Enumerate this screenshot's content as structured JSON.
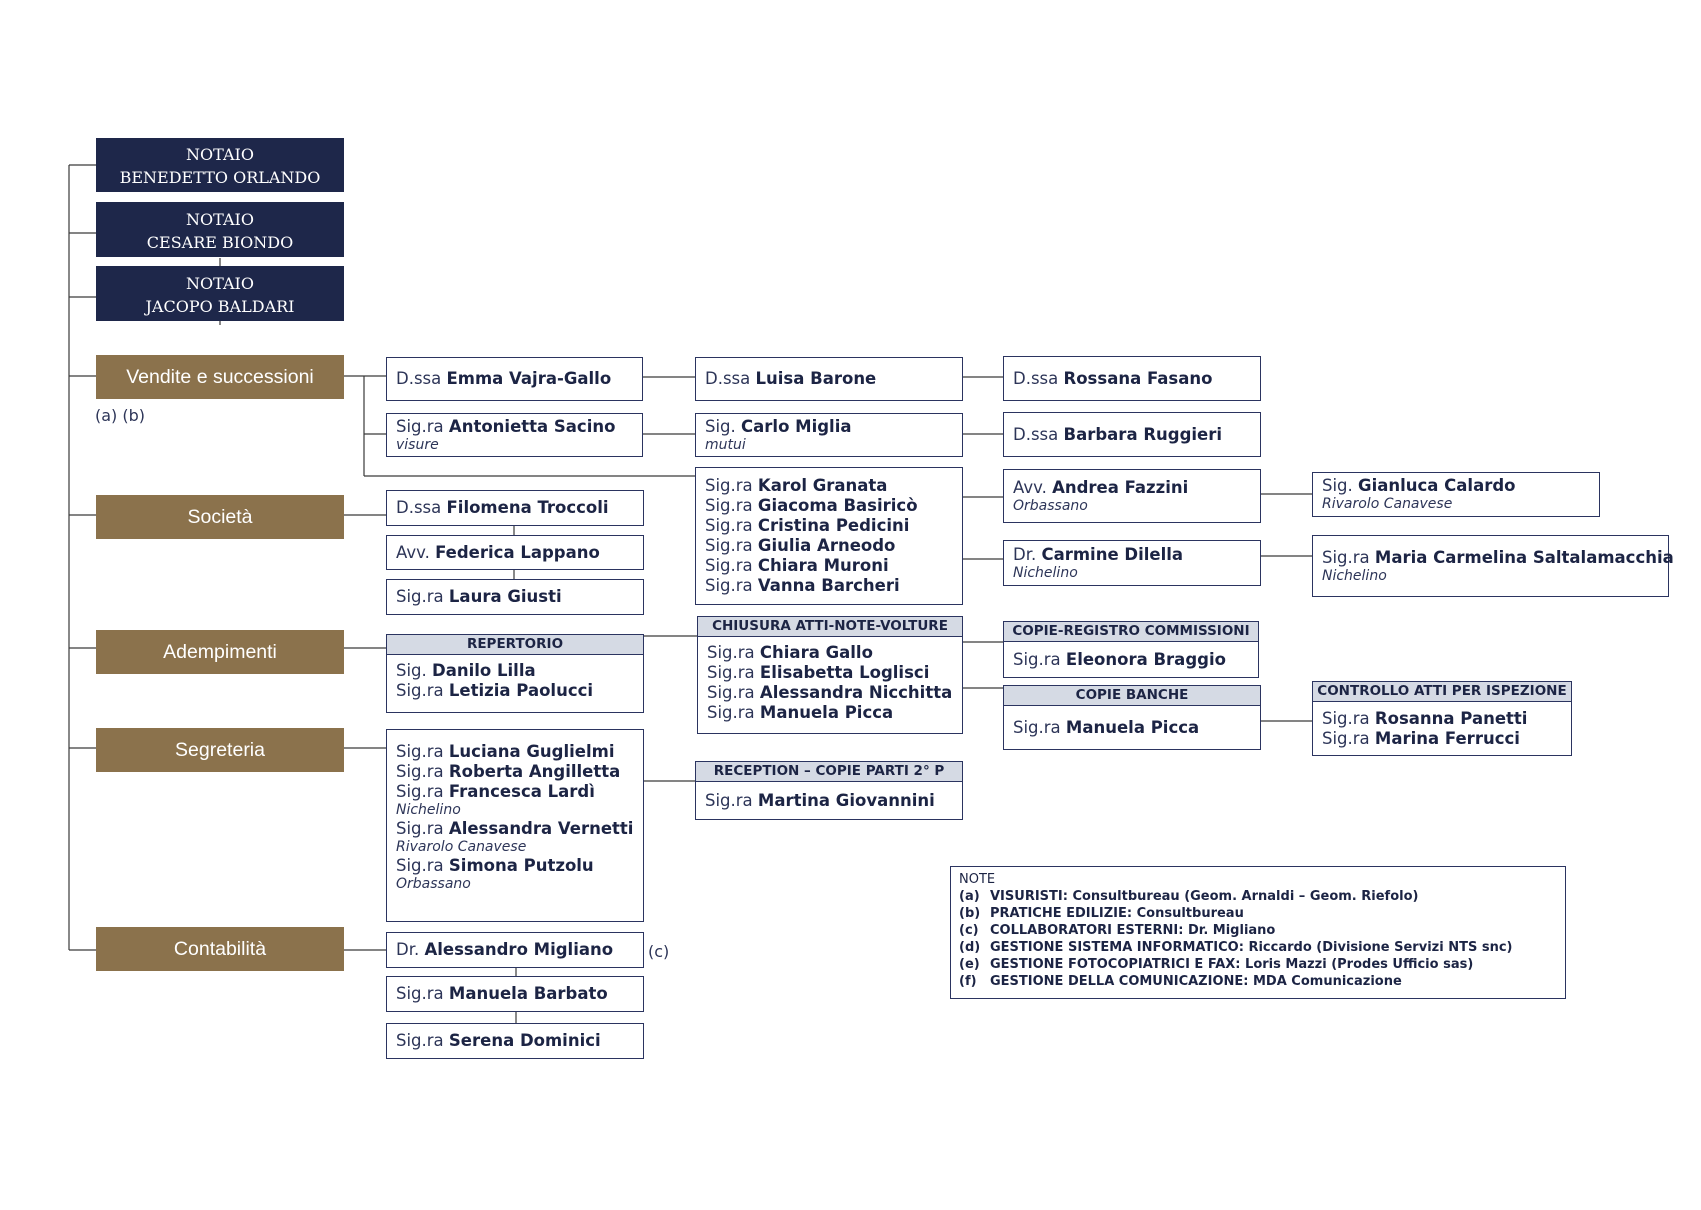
{
  "notai": [
    {
      "line1": "NOTAIO",
      "line2": "BENEDETTO ORLANDO"
    },
    {
      "line1": "NOTAIO",
      "line2": "CESARE BIONDO"
    },
    {
      "line1": "NOTAIO",
      "line2": "JACOPO BALDARI"
    }
  ],
  "departments": {
    "vendite": "Vendite e successioni",
    "vendite_note": "(a) (b)",
    "societa": "Società",
    "adempimenti": "Adempimenti",
    "segreteria": "Segreteria",
    "contabilita": "Contabilità"
  },
  "vendite": {
    "p1": {
      "title": "D.ssa",
      "name": "Emma Vajra-Gallo"
    },
    "p2": {
      "title": "Sig.ra",
      "name": "Antonietta Sacino",
      "sub": "visure"
    },
    "p3": {
      "title": "D.ssa",
      "name": "Luisa Barone"
    },
    "p4": {
      "title": "Sig.",
      "name": "Carlo Miglia",
      "sub": "mutui"
    },
    "p5": {
      "title": "D.ssa",
      "name": "Rossana Fasano"
    },
    "p6": {
      "title": "D.ssa",
      "name": "Barbara Ruggieri"
    },
    "group": [
      {
        "title": "Sig.ra",
        "name": "Karol Granata"
      },
      {
        "title": "Sig.ra",
        "name": "Giacoma Basiricò"
      },
      {
        "title": "Sig.ra",
        "name": "Cristina Pedicini"
      },
      {
        "title": "Sig.ra",
        "name": "Giulia Arneodo"
      },
      {
        "title": "Sig.ra",
        "name": "Chiara Muroni"
      },
      {
        "title": "Sig.ra",
        "name": "Vanna Barcheri"
      }
    ],
    "p7": {
      "title": "Avv.",
      "name": "Andrea Fazzini",
      "sub": "Orbassano"
    },
    "p8": {
      "title": "Dr.",
      "name": "Carmine Dilella",
      "sub": "Nichelino"
    },
    "p9": {
      "title": "Sig.",
      "name": "Gianluca Calardo",
      "sub": "Rivarolo Canavese"
    },
    "p10": {
      "title": "Sig.ra",
      "name": "Maria Carmelina Saltalamacchia",
      "sub": "Nichelino"
    }
  },
  "societa": {
    "p1": {
      "title": "D.ssa",
      "name": "Filomena Troccoli"
    },
    "p2": {
      "title": "Avv.",
      "name": "Federica Lappano"
    },
    "p3": {
      "title": "Sig.ra",
      "name": "Laura Giusti"
    }
  },
  "adempimenti": {
    "repertorio": {
      "header": "REPERTORIO",
      "people": [
        {
          "title": "Sig.",
          "name": "Danilo Lilla"
        },
        {
          "title": "Sig.ra",
          "name": "Letizia Paolucci"
        }
      ]
    },
    "chiusura": {
      "header": "CHIUSURA ATTI-NOTE-VOLTURE",
      "people": [
        {
          "title": "Sig.ra",
          "name": "Chiara Gallo"
        },
        {
          "title": "Sig.ra",
          "name": "Elisabetta Loglisci"
        },
        {
          "title": "Sig.ra",
          "name": "Alessandra Nicchitta"
        },
        {
          "title": "Sig.ra",
          "name": "Manuela Picca"
        }
      ]
    },
    "copie_registro": {
      "header": "COPIE-REGISTRO COMMISSIONI",
      "people": [
        {
          "title": "Sig.ra",
          "name": "Eleonora Braggio"
        }
      ]
    },
    "copie_banche": {
      "header": "COPIE BANCHE",
      "people": [
        {
          "title": "Sig.ra",
          "name": "Manuela Picca"
        }
      ]
    },
    "controllo": {
      "header": "CONTROLLO ATTI PER ISPEZIONE",
      "people": [
        {
          "title": "Sig.ra",
          "name": "Rosanna Panetti"
        },
        {
          "title": "Sig.ra",
          "name": "Marina Ferrucci"
        }
      ]
    }
  },
  "segreteria": {
    "p1": {
      "title": "Sig.ra",
      "name": "Luciana Guglielmi"
    },
    "p2": {
      "title": "Sig.ra",
      "name": "Roberta Angilletta"
    },
    "p3": {
      "title": "Sig.ra",
      "name": "Francesca Lardì",
      "sub": "Nichelino"
    },
    "p4": {
      "title": "Sig.ra",
      "name": "Alessandra Vernetti",
      "sub": "Rivarolo Canavese"
    },
    "p5": {
      "title": "Sig.ra",
      "name": "Simona Putzolu",
      "sub": "Orbassano"
    },
    "reception": {
      "header": "RECEPTION – COPIE PARTI 2° P",
      "people": [
        {
          "title": "Sig.ra",
          "name": "Martina Giovannini"
        }
      ]
    }
  },
  "contabilita": {
    "p1": {
      "title": "Dr.",
      "name": "Alessandro Migliano"
    },
    "p1_note": "(c)",
    "p2": {
      "title": "Sig.ra",
      "name": "Manuela Barbato"
    },
    "p3": {
      "title": "Sig.ra",
      "name": "Serena Dominici"
    }
  },
  "notes": {
    "title": "NOTE",
    "items": [
      {
        "key": "(a)",
        "text": "VISURISTI: Consultbureau (Geom. Arnaldi – Geom. Riefolo)"
      },
      {
        "key": "(b)",
        "text": "PRATICHE EDILIZIE: Consultbureau"
      },
      {
        "key": "(c)",
        "text": "COLLABORATORI ESTERNI: Dr. Migliano"
      },
      {
        "key": "(d)",
        "text": "GESTIONE SISTEMA INFORMATICO: Riccardo (Divisione Servizi NTS snc)"
      },
      {
        "key": "(e)",
        "text": "GESTIONE FOTOCOPIATRICI E FAX: Loris Mazzi (Prodes Ufficio sas)"
      },
      {
        "key": "(f)",
        "text": "GESTIONE DELLA COMUNICAZIONE: MDA Comunicazione"
      }
    ]
  },
  "colors": {
    "navy": "#1e274a",
    "brown": "#8b724c",
    "header_bg": "#d5dae4"
  }
}
